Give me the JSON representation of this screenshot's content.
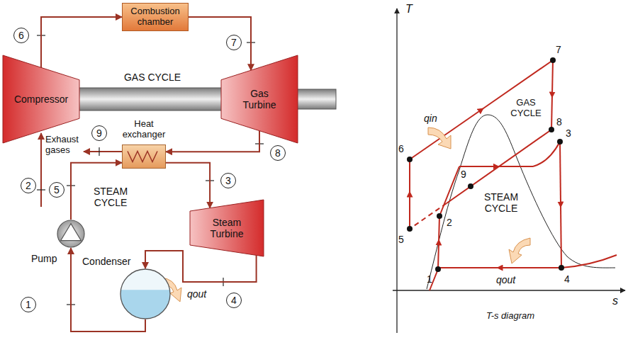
{
  "diagram": {
    "nodes": [
      {
        "text": [
          "Combustion chamber"
        ]
      },
      {
        "text": [
          "Compressor"
        ]
      },
      {
        "text": [
          "Gas Turbine"
        ]
      },
      {
        "text": [
          "Heat exchanger"
        ]
      },
      {
        "text": [
          "Pump"
        ]
      },
      {
        "text": [
          "Steam Turbine"
        ]
      },
      {
        "text": [
          "Condenser"
        ]
      }
    ],
    "edges": [
      {
        "from": 1,
        "to": 0,
        "arrow": "to"
      },
      {
        "from": 0,
        "to": 2,
        "arrow": "to"
      },
      {
        "from": 2,
        "to": 3,
        "arrow": "to"
      },
      {
        "from": 4,
        "to": 3,
        "arrow": "to"
      },
      {
        "from": 3,
        "to": 5,
        "arrow": "to"
      },
      {
        "from": 5,
        "to": 6,
        "arrow": "to"
      },
      {
        "from": 6,
        "to": 4,
        "arrow": "to"
      }
    ],
    "labels": [
      "GAS CYCLE",
      "6",
      "7",
      "8",
      "9",
      "Exhaust gases",
      "5",
      "2",
      "3",
      "STEAM CYCLE",
      "1",
      "qout",
      "4",
      "T",
      "7",
      "GAS CYCLE",
      "qin",
      "6",
      "8",
      "3",
      "9",
      "STEAM CYCLE",
      "2",
      "5",
      "1",
      "4",
      "qout",
      "s",
      "T-s diagram"
    ]
  }
}
